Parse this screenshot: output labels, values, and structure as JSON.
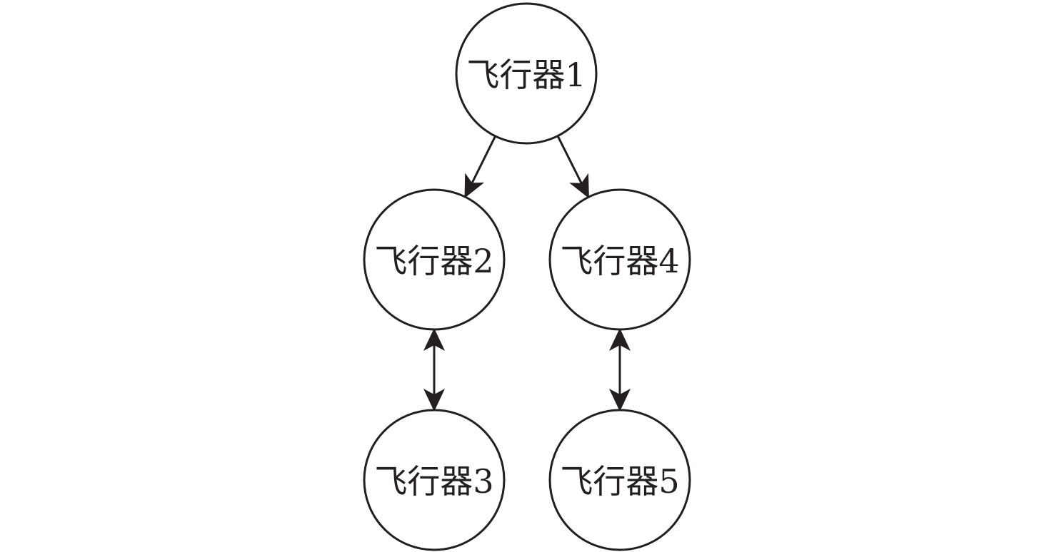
{
  "diagram": {
    "type": "tree",
    "colors": {
      "stroke": "#231f20",
      "node_fill": "#ffffff",
      "text": "#231f20",
      "background": "#ffffff"
    },
    "nodes": [
      {
        "id": "n1",
        "label": "飞行器1"
      },
      {
        "id": "n2",
        "label": "飞行器2"
      },
      {
        "id": "n4",
        "label": "飞行器4"
      },
      {
        "id": "n3",
        "label": "飞行器3"
      },
      {
        "id": "n5",
        "label": "飞行器5"
      }
    ],
    "edges": [
      {
        "from": "n1",
        "to": "n2",
        "direction": "forward"
      },
      {
        "from": "n1",
        "to": "n4",
        "direction": "forward"
      },
      {
        "from": "n2",
        "to": "n3",
        "direction": "both"
      },
      {
        "from": "n4",
        "to": "n5",
        "direction": "both"
      }
    ]
  }
}
